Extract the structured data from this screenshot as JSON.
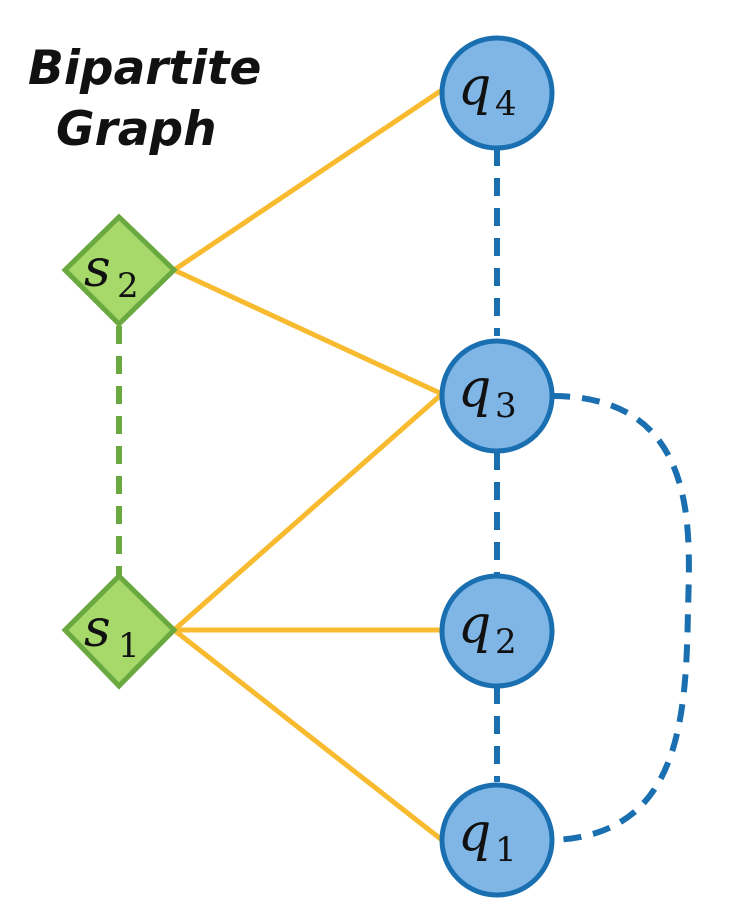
{
  "title": {
    "line1": "Bipartite",
    "line2": "Graph"
  },
  "colors": {
    "square_fill": "#a6d96a",
    "square_stroke": "#6aa840",
    "query_fill": "#7fb6e6",
    "query_stroke": "#1a6fb0",
    "bipartite_edge": "#f8bb30",
    "square_edge": "#6aa840",
    "query_edge": "#1a6fb0"
  },
  "nodes": {
    "s1": {
      "base": "s",
      "sub": "1"
    },
    "s2": {
      "base": "s",
      "sub": "2"
    },
    "q1": {
      "base": "q",
      "sub": "1"
    },
    "q2": {
      "base": "q",
      "sub": "2"
    },
    "q3": {
      "base": "q",
      "sub": "3"
    },
    "q4": {
      "base": "q",
      "sub": "4"
    }
  }
}
